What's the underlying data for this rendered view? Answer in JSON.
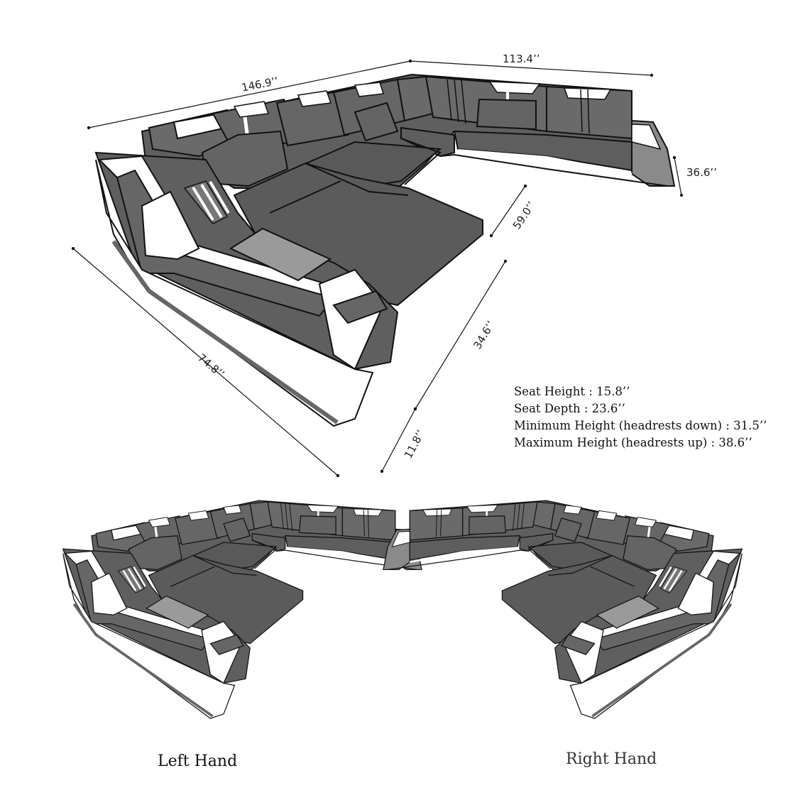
{
  "dimensions": {
    "long_back": "146.9’’",
    "short_back": "113.4’’",
    "height": "36.6’’",
    "chaise_depth": "59.0’’",
    "chaise_width": "34.6’’",
    "front_depth": "74.8’’",
    "arm_width": "11.8’’"
  },
  "specs": [
    "Seat Height  : 15.8’’",
    "Seat Depth : 23.6’’",
    "Minimum Height (headrests down) : 31.5’’",
    "Maximum Height (headrests up) : 38.6’’"
  ],
  "variants": {
    "left_label": "Left Hand",
    "right_label": "Right Hand"
  },
  "colors": {
    "upholstery": "#5f5f5f",
    "upholstery_light": "#8a8a8a",
    "accent": "#ffffff",
    "outline": "#111111"
  }
}
